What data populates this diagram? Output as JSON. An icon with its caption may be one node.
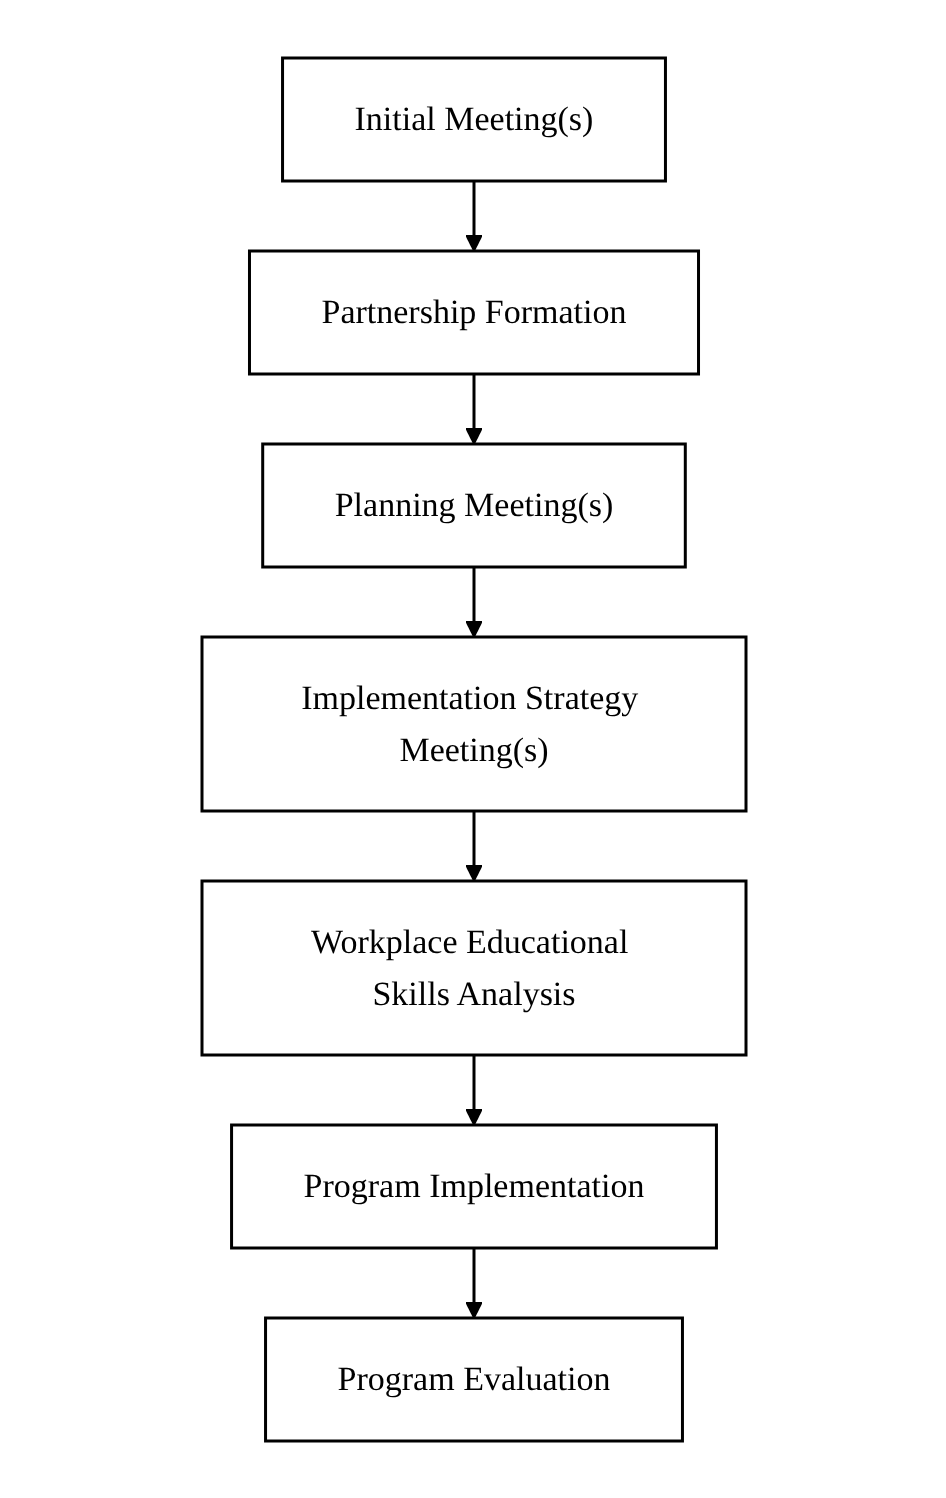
{
  "diagram": {
    "nodes": [
      {
        "text": [
          "Initial Meeting(s)"
        ]
      },
      {
        "text": [
          "Partnership Formation"
        ]
      },
      {
        "text": [
          "Planning Meeting(s)"
        ]
      },
      {
        "text": [
          "Implementation Strategy Meeting(s)"
        ]
      },
      {
        "text": [
          "Workplace Educational Skills Analysis"
        ]
      },
      {
        "text": [
          "Program Implementation"
        ]
      },
      {
        "text": [
          "Program Evaluation"
        ]
      }
    ],
    "edges": [
      {
        "from": 0,
        "to": 1,
        "arrow": "to"
      },
      {
        "from": 1,
        "to": 2,
        "arrow": "to"
      },
      {
        "from": 2,
        "to": 3,
        "arrow": "to"
      },
      {
        "from": 3,
        "to": 4,
        "arrow": "to"
      },
      {
        "from": 4,
        "to": 5,
        "arrow": "to"
      },
      {
        "from": 5,
        "to": 6,
        "arrow": "to"
      }
    ]
  }
}
